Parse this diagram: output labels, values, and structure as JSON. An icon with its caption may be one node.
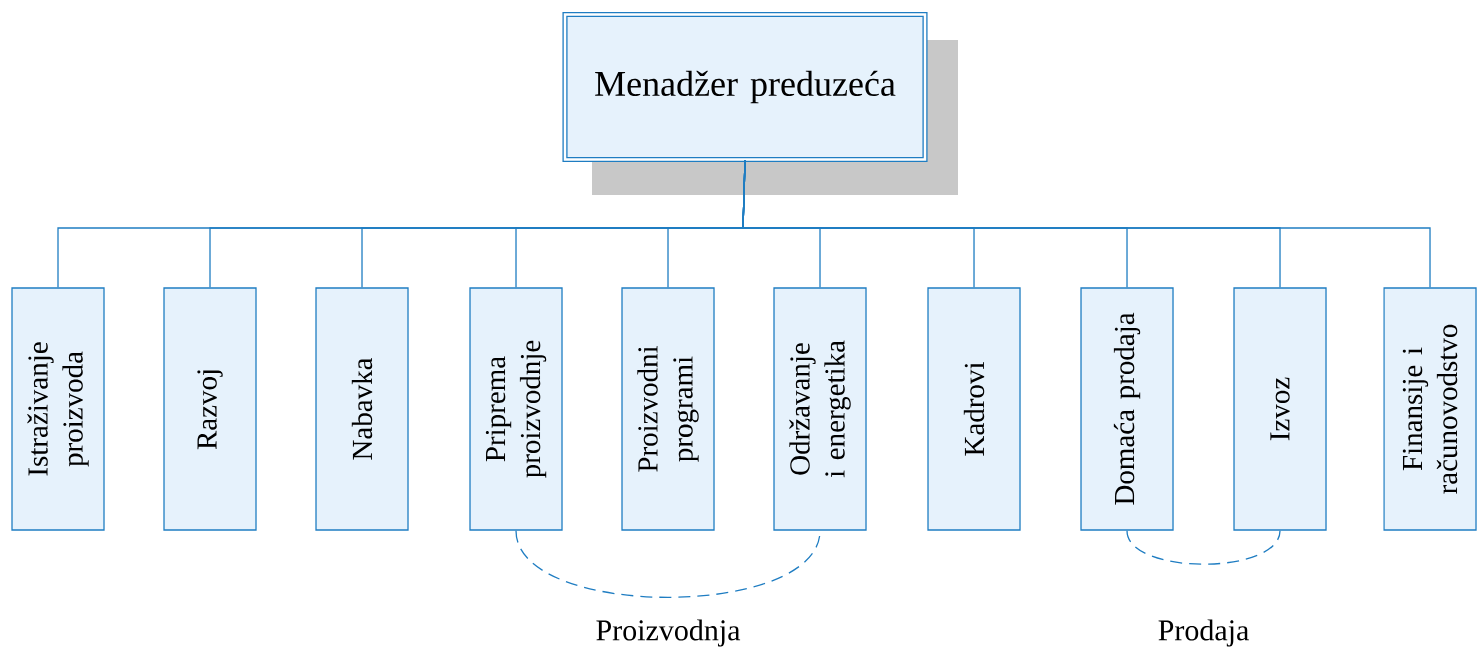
{
  "diagram": {
    "nodes": [
      {
        "text": [
          "Menadžer preduzeća"
        ]
      },
      {
        "text": [
          "Istraživanje proizvoda"
        ]
      },
      {
        "text": [
          "Razvoj"
        ]
      },
      {
        "text": [
          "Nabavka"
        ]
      },
      {
        "text": [
          "Priprema proizvodnje"
        ]
      },
      {
        "text": [
          "Proizvodni programi"
        ]
      },
      {
        "text": [
          "Održavanje i energetika"
        ]
      },
      {
        "text": [
          "Kadrovi"
        ]
      },
      {
        "text": [
          "Domaća prodaja"
        ]
      },
      {
        "text": [
          "Izvoz"
        ]
      },
      {
        "text": [
          "Finansije i računovodstvo"
        ]
      }
    ],
    "edges": [
      {
        "from": 0,
        "to": 1,
        "arrow": "none"
      },
      {
        "from": 0,
        "to": 2,
        "arrow": "none"
      },
      {
        "from": 0,
        "to": 3,
        "arrow": "none"
      },
      {
        "from": 0,
        "to": 4,
        "arrow": "none"
      },
      {
        "from": 0,
        "to": 5,
        "arrow": "none"
      },
      {
        "from": 0,
        "to": 6,
        "arrow": "none"
      },
      {
        "from": 0,
        "to": 7,
        "arrow": "none"
      },
      {
        "from": 0,
        "to": 8,
        "arrow": "none"
      },
      {
        "from": 0,
        "to": 9,
        "arrow": "none"
      },
      {
        "from": 0,
        "to": 10,
        "arrow": "none"
      },
      {
        "from": 4,
        "to": 6,
        "arrow": "none",
        "style": "dashed",
        "label": "Proizvodnja"
      },
      {
        "from": 8,
        "to": 9,
        "arrow": "none",
        "style": "dashed",
        "label": "Prodaja"
      }
    ]
  }
}
